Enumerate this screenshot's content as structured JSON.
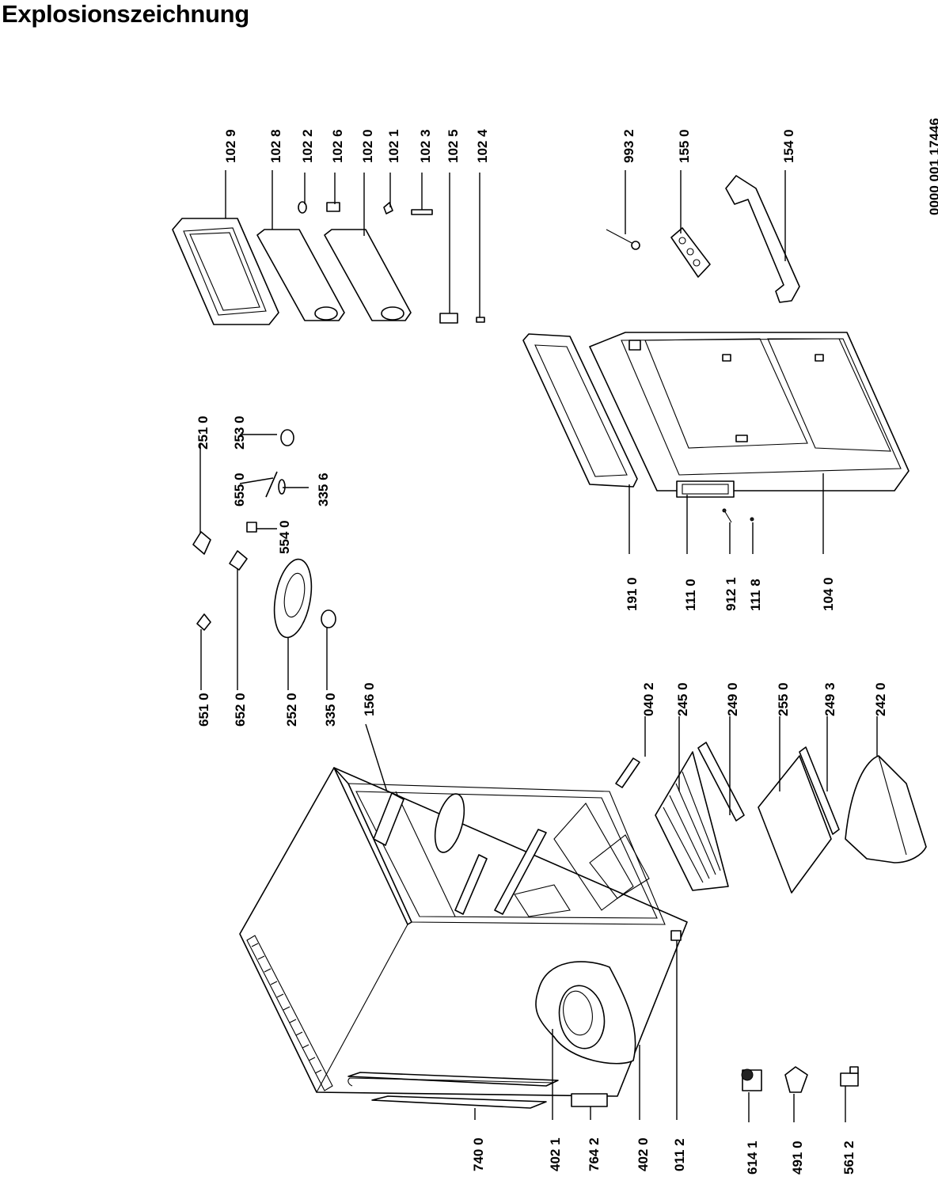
{
  "title": "Explosionszeichnung",
  "document_code": "0000 001 17446",
  "part_labels": {
    "p1029": "102 9",
    "p1028": "102 8",
    "p1022": "102 2",
    "p1026": "102 6",
    "p1020": "102 0",
    "p1021": "102 1",
    "p1023": "102 3",
    "p1025": "102 5",
    "p1024": "102 4",
    "p9932": "993 2",
    "p1550": "155 0",
    "p1540": "154 0",
    "p2510": "251 0",
    "p2530": "253 0",
    "p6550": "655 0",
    "p3356": "335 6",
    "p5540": "554 0",
    "p6510": "651 0",
    "p6520": "652 0",
    "p2520": "252 0",
    "p3350": "335 0",
    "p1560": "156 0",
    "p1910": "191 0",
    "p1110": "111 0",
    "p9121": "912 1",
    "p1118": "111 8",
    "p1040": "104 0",
    "p0402": "040 2",
    "p2450": "245 0",
    "p2490": "249 0",
    "p2550": "255 0",
    "p2493": "249 3",
    "p2420": "242 0",
    "p7400": "740 0",
    "p4021": "402 1",
    "p7642": "764 2",
    "p4020": "402 0",
    "p0112": "011 2",
    "p6141": "614 1",
    "p4910": "491 0",
    "p5612": "561 2"
  }
}
